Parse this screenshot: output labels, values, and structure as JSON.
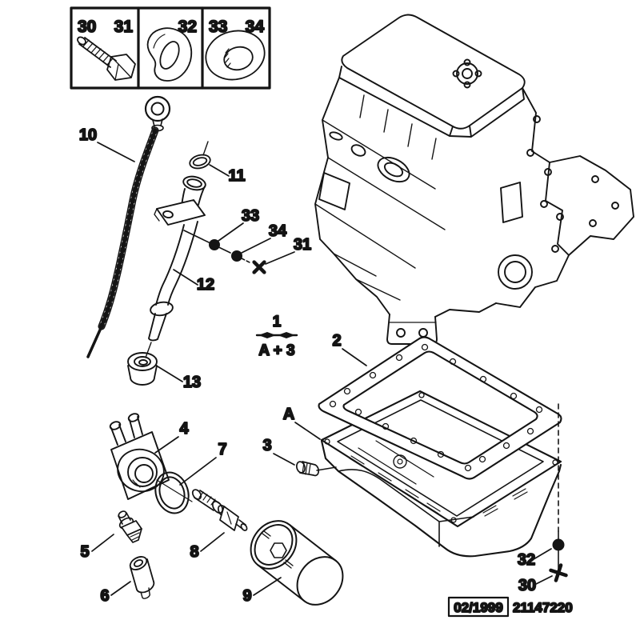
{
  "diagram": {
    "colors": {
      "line": "#141414",
      "background": "#ffffff"
    },
    "legend": {
      "cells": [
        {
          "num_left": "30",
          "num_right": "31",
          "icon": "hex-bolt-icon"
        },
        {
          "num_left": "",
          "num_right": "32",
          "icon": "shaped-washer-icon"
        },
        {
          "num_left": "33",
          "num_right": "34",
          "icon": "seal-ring-icon"
        }
      ]
    },
    "assembly_note": {
      "part": "1",
      "formula": "A + 3"
    },
    "callouts": {
      "c1": "1",
      "c2": "2",
      "c3": "3",
      "c4": "4",
      "c5": "5",
      "c6": "6",
      "c7": "7",
      "c8": "8",
      "c9": "9",
      "c10": "10",
      "c11": "11",
      "c12": "12",
      "c13": "13",
      "c30": "30",
      "c31": "31",
      "c32": "32",
      "c33": "33",
      "c34": "34",
      "cA": "A"
    },
    "stamp": {
      "date": "02/1999",
      "code": "21147220"
    }
  }
}
